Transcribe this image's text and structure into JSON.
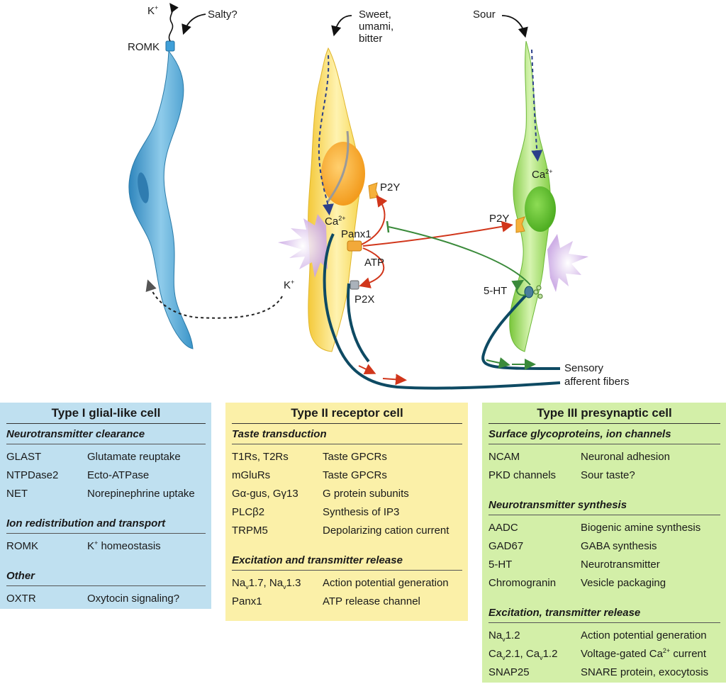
{
  "diagram": {
    "labels": {
      "k_top": "K",
      "k_top_sup": "+",
      "salty": "Salty?",
      "romk": "ROMK",
      "sweet_line1": "Sweet,",
      "sweet_line2": "umami,",
      "sweet_line3": "bitter",
      "sour": "Sour",
      "p2y_left": "P2Y",
      "ca_left": "Ca",
      "ca_sup": "2+",
      "panx1": "Panx1",
      "atp": "ATP",
      "p2x": "P2X",
      "k_mid": "K",
      "k_mid_sup": "+",
      "ca_right": "Ca",
      "p2y_right": "P2Y",
      "ht5": "5-HT",
      "sensory_line1": "Sensory",
      "sensory_line2": "afferent fibers"
    },
    "colors": {
      "type1": "#4aa3d3",
      "type2": "#f7d84a",
      "type3": "#8fd04f",
      "fiber": "#0e4a63",
      "red_arrow": "#d1361b",
      "green_arrow": "#3a8a3a",
      "dashed_arrow": "#2b3f8a",
      "burst": "#c9a6e3"
    }
  },
  "panels": {
    "type1": {
      "title": "Type I glial-like cell",
      "bg": "#bfe0f0",
      "sections": [
        {
          "title": "Neurotransmitter clearance",
          "rows": [
            {
              "k": "GLAST",
              "v": "Glutamate reuptake"
            },
            {
              "k": "NTPDase2",
              "v": "Ecto-ATPase"
            },
            {
              "k": "NET",
              "v": "Norepinephrine uptake"
            }
          ]
        },
        {
          "title": "Ion redistribution and transport",
          "rows": [
            {
              "k": "ROMK",
              "v_pre": "K",
              "v_sup": "+",
              "v": " homeostasis"
            }
          ]
        },
        {
          "title": "Other",
          "rows": [
            {
              "k": "OXTR",
              "v": "Oxytocin signaling?"
            }
          ]
        }
      ]
    },
    "type2": {
      "title": "Type II receptor cell",
      "bg": "#fbf0a8",
      "sections": [
        {
          "title": "Taste transduction",
          "rows": [
            {
              "k": "T1Rs, T2Rs",
              "v": "Taste GPCRs"
            },
            {
              "k": "mGluRs",
              "v": "Taste GPCRs"
            },
            {
              "k": "Gα-gus, Gγ13",
              "v": "G protein subunits"
            },
            {
              "k": "PLCβ2",
              "v": "Synthesis of IP3"
            },
            {
              "k": "TRPM5",
              "v": "Depolarizing cation current"
            }
          ]
        },
        {
          "title": "Excitation and transmitter release",
          "rows": [
            {
              "k_parts": [
                {
                  "t": "Na"
                },
                {
                  "sub": "v"
                },
                {
                  "t": "1.7, Na"
                },
                {
                  "sub": "v"
                },
                {
                  "t": "1.3"
                }
              ],
              "v": "Action potential generation"
            },
            {
              "k": "Panx1",
              "v": "ATP release channel"
            }
          ]
        }
      ]
    },
    "type3": {
      "title": "Type III presynaptic cell",
      "bg": "#d3efa8",
      "sections": [
        {
          "title": "Surface glycoproteins, ion channels",
          "rows": [
            {
              "k": "NCAM",
              "v": "Neuronal adhesion"
            },
            {
              "k": "PKD channels",
              "v": "Sour taste?"
            }
          ]
        },
        {
          "title": "Neurotransmitter synthesis",
          "rows": [
            {
              "k": "AADC",
              "v": "Biogenic amine synthesis"
            },
            {
              "k": "GAD67",
              "v": "GABA synthesis"
            },
            {
              "k": "5-HT",
              "v": "Neurotransmitter"
            },
            {
              "k": "Chromogranin",
              "v": "Vesicle packaging"
            }
          ]
        },
        {
          "title": "Excitation, transmitter release",
          "rows": [
            {
              "k_parts": [
                {
                  "t": "Na"
                },
                {
                  "sub": "v"
                },
                {
                  "t": "1.2"
                }
              ],
              "v": "Action potential generation"
            },
            {
              "k_parts": [
                {
                  "t": "Ca"
                },
                {
                  "sub": "v"
                },
                {
                  "t": "2.1, Ca"
                },
                {
                  "sub": "v"
                },
                {
                  "t": "1.2"
                }
              ],
              "v_parts": [
                {
                  "t": "Voltage-gated Ca"
                },
                {
                  "sup": "2+"
                },
                {
                  "t": " current"
                }
              ]
            },
            {
              "k": "SNAP25",
              "v": "SNARE protein, exocytosis"
            }
          ]
        }
      ]
    }
  }
}
